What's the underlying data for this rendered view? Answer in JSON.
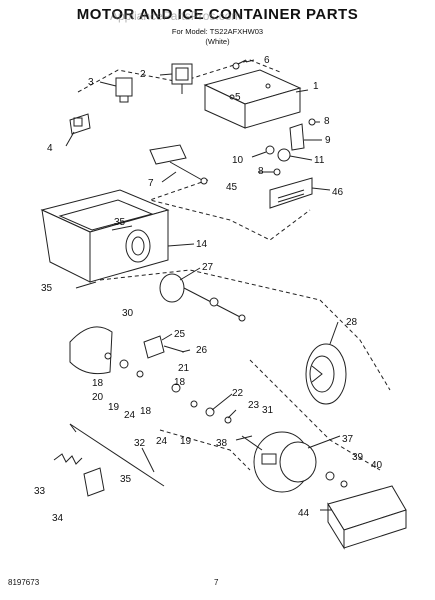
{
  "header": {
    "title": "MOTOR AND ICE CONTAINER PARTS",
    "model_line": "For Model: TS22AFXHW03",
    "color_line": "(White)",
    "watermark": "AppliancePartsPros.com"
  },
  "footer": {
    "doc_number": "8197673",
    "page_number": "7"
  },
  "callouts": [
    "1",
    "2",
    "3",
    "4",
    "5",
    "6",
    "7",
    "8",
    "8",
    "9",
    "10",
    "11",
    "14",
    "18",
    "18",
    "18",
    "19",
    "19",
    "20",
    "21",
    "22",
    "23",
    "24",
    "24",
    "25",
    "26",
    "27",
    "28",
    "30",
    "31",
    "32",
    "33",
    "34",
    "35",
    "35",
    "35",
    "37",
    "38",
    "39",
    "40",
    "44",
    "45",
    "46"
  ]
}
